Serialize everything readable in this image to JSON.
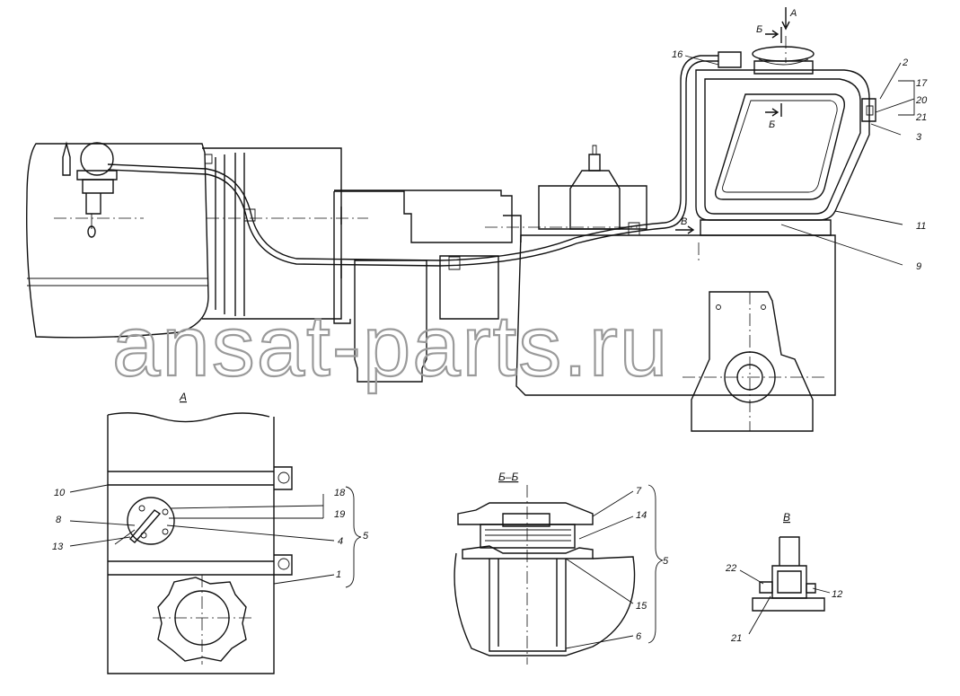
{
  "watermark": "ansat-parts.ru",
  "views": {
    "main": {
      "labels": [
        "16",
        "2",
        "17",
        "20",
        "21",
        "3",
        "11",
        "9"
      ],
      "section_marks": {
        "b_top": "Б",
        "a_top": "А",
        "b_mid": "Б",
        "v": "В"
      }
    },
    "a": {
      "title": "А",
      "labels": [
        "10",
        "8",
        "13",
        "18",
        "19",
        "4",
        "5",
        "1"
      ]
    },
    "bb": {
      "title": "Б–Б",
      "labels": [
        "7",
        "14",
        "5",
        "15",
        "6"
      ]
    },
    "v": {
      "title": "В",
      "labels": [
        "22",
        "12",
        "21"
      ]
    }
  }
}
